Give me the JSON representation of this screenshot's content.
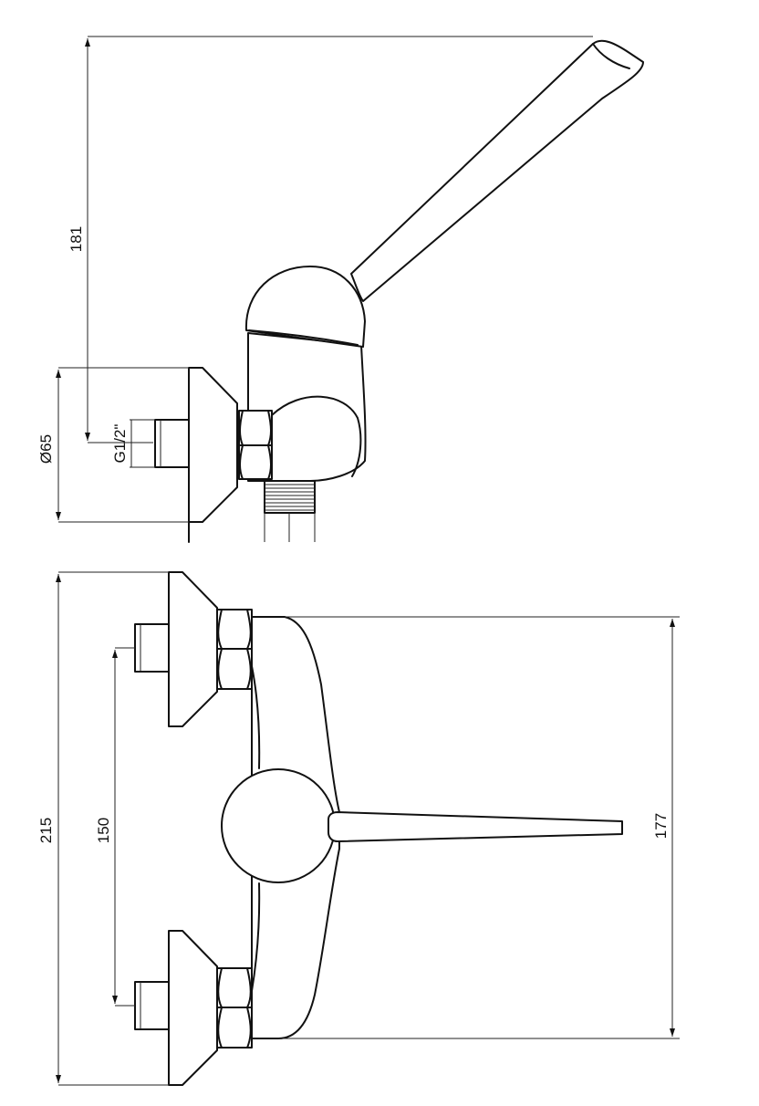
{
  "dimensions": {
    "height_181": "181",
    "diameter_65": "Ø65",
    "thread": "G1/2\"",
    "width_215": "215",
    "spacing_150": "150",
    "depth_177": "177"
  },
  "colors": {
    "line": "#111111",
    "background": "#ffffff"
  }
}
